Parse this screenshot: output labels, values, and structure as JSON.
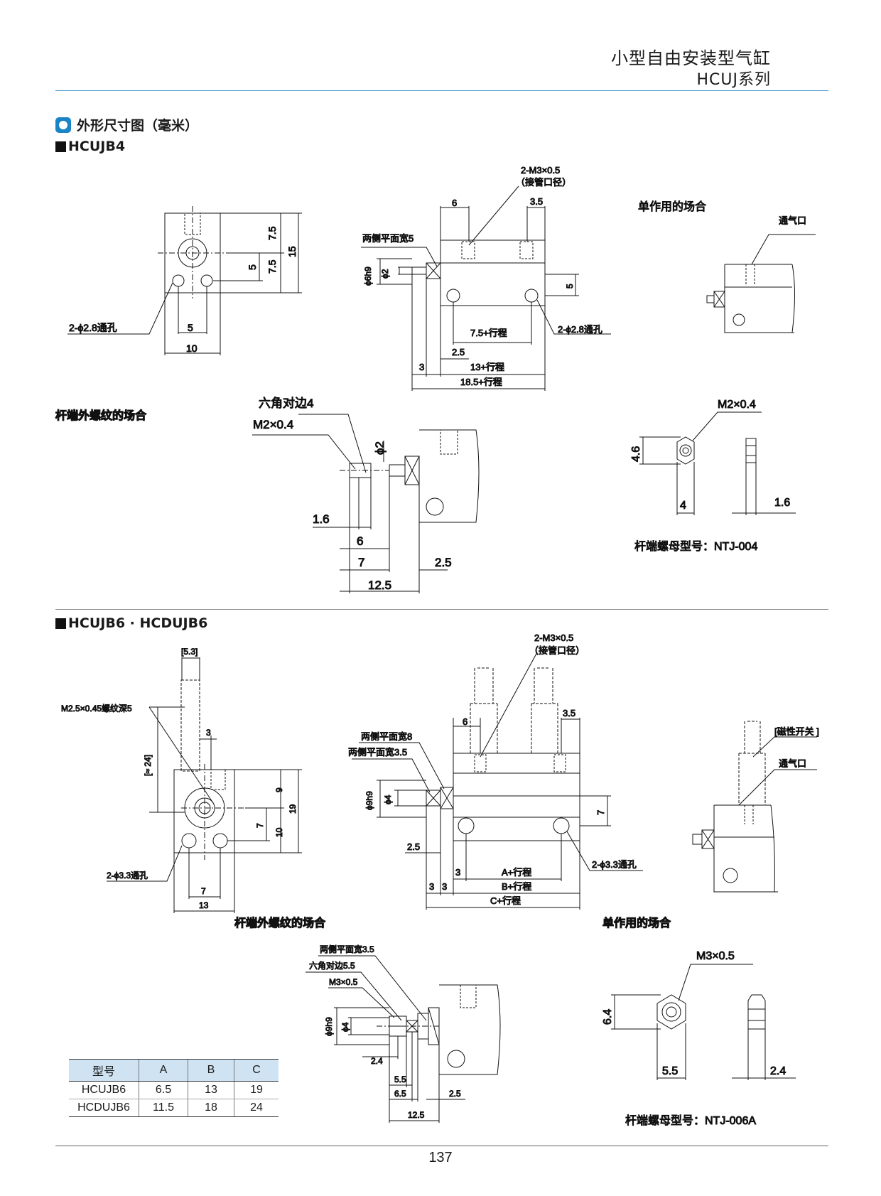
{
  "header": {
    "title_cn": "小型自由安装型气缸",
    "series": "HCUJ系列"
  },
  "section": {
    "title": "外形尺寸图（毫米）"
  },
  "model1": {
    "name": "HCUJB4",
    "front": {
      "hole": "2-ϕ2.8通孔",
      "d5": "5",
      "d10": "10",
      "d7_5a": "7.5",
      "d7_5b": "7.5",
      "d5v": "5",
      "d15": "15"
    },
    "side": {
      "port": "2-M3×0.5",
      "port_note": "（接管口径）",
      "d6": "6",
      "d3_5": "3.5",
      "flat": "两侧平面宽5",
      "phi6h9": "ϕ6h9",
      "phi2": "ϕ2",
      "d5v": "5",
      "hole": "2-ϕ2.8通孔",
      "s7_5": "7.5+行程",
      "d2_5": "2.5",
      "d3": "3",
      "s13": "13+行程",
      "s18_5": "18.5+行程"
    },
    "single": {
      "label": "单作用的场合",
      "vent": "通气口"
    },
    "rod": {
      "label": "杆端外螺纹的场合",
      "hex": "六角对边4",
      "m2": "M2×0.4",
      "phi2": "ϕ2",
      "d1_6": "1.6",
      "d6": "6",
      "d7": "7",
      "d2_5": "2.5",
      "d12_5": "12.5"
    },
    "nut": {
      "m2": "M2×0.4",
      "d4_6": "4.6",
      "d4": "4",
      "d1_6": "1.6",
      "model": "杆端螺母型号：NTJ-004"
    }
  },
  "model2": {
    "name": "HCUJB6 · HCDUJB6",
    "front": {
      "d5_3": "[5.3]",
      "thread": "M2.5×0.45螺纹深5",
      "d3": "3",
      "d24": "[≈ 24]",
      "d9": "9",
      "d19": "19",
      "d7v": "7",
      "d10": "10",
      "hole": "2-ϕ3.3通孔",
      "d7": "7",
      "d13": "13"
    },
    "side": {
      "port": "2-M3×0.5",
      "port_note": "（接管口径）",
      "d6": "6",
      "d3_5": "3.5",
      "flat8": "两侧平面宽8",
      "flat3_5": "两侧平面宽3.5",
      "phi9h9": "ϕ9h9",
      "phi4": "ϕ4",
      "d7v": "7",
      "d2_5": "2.5",
      "d3a": "3",
      "sA": "A+行程",
      "hole": "2-ϕ3.3通孔",
      "d3b": "3",
      "d3c": "3",
      "sB": "B+行程",
      "sC": "C+行程"
    },
    "single": {
      "label": "单作用的场合",
      "switch": "[磁性开关 ]",
      "vent": "通气口"
    },
    "rod": {
      "label": "杆端外螺纹的场合",
      "flat": "两侧平面宽3.5",
      "hex": "六角对边5.5",
      "m3": "M3×0.5",
      "phi9h9": "ϕ9h9",
      "phi4": "ϕ4",
      "d2_4": "2.4",
      "d5_5": "5.5",
      "d6_5": "6.5",
      "d2_5": "2.5",
      "d12_5": "12.5"
    },
    "nut": {
      "m3": "M3×0.5",
      "d6_4": "6.4",
      "d5_5": "5.5",
      "d2_4": "2.4",
      "model": "杆端螺母型号：NTJ-006A"
    }
  },
  "table": {
    "headers": [
      "型号",
      "A",
      "B",
      "C"
    ],
    "rows": [
      [
        "HCUJB6",
        "6.5",
        "13",
        "19"
      ],
      [
        "HCDUJB6",
        "11.5",
        "18",
        "24"
      ]
    ]
  },
  "page_number": "137",
  "colors": {
    "accent": "#1b84c6",
    "table_header": "#cfe3f3",
    "rule": "#5a9fd4"
  }
}
